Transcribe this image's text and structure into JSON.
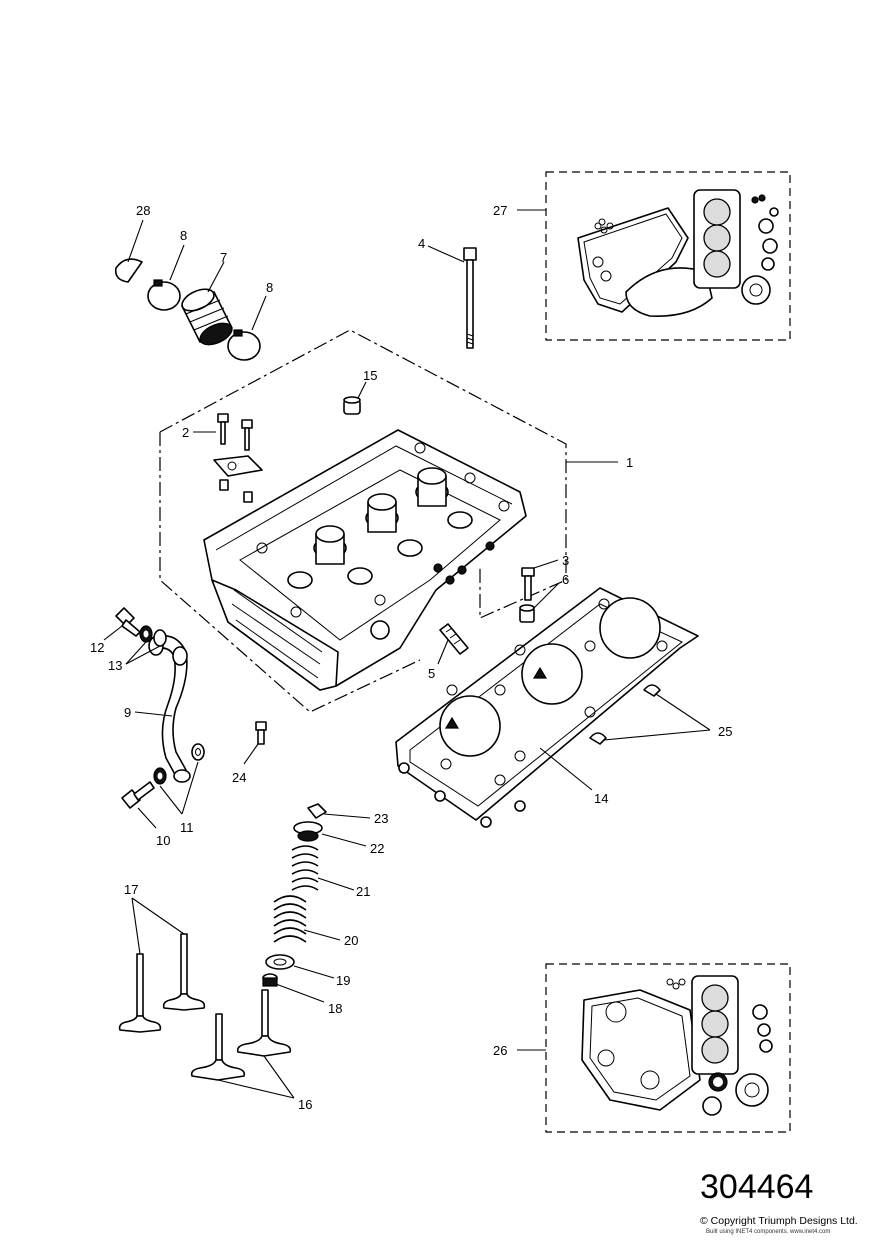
{
  "drawing_number": "304464",
  "copyright": "© Copyright Triumph Designs Ltd.",
  "built_using": "Built using INET4 components. www.inet4.com",
  "callouts": {
    "c1": "1",
    "c2": "2",
    "c3": "3",
    "c4": "4",
    "c5": "5",
    "c6": "6",
    "c7": "7",
    "c8a": "8",
    "c8b": "8",
    "c9": "9",
    "c10": "10",
    "c11": "11",
    "c12": "12",
    "c13": "13",
    "c14": "14",
    "c15": "15",
    "c16": "16",
    "c17": "17",
    "c18": "18",
    "c19": "19",
    "c20": "20",
    "c21": "21",
    "c22": "22",
    "c23": "23",
    "c24": "24",
    "c25": "25",
    "c26": "26",
    "c27": "27",
    "c28": "28"
  }
}
